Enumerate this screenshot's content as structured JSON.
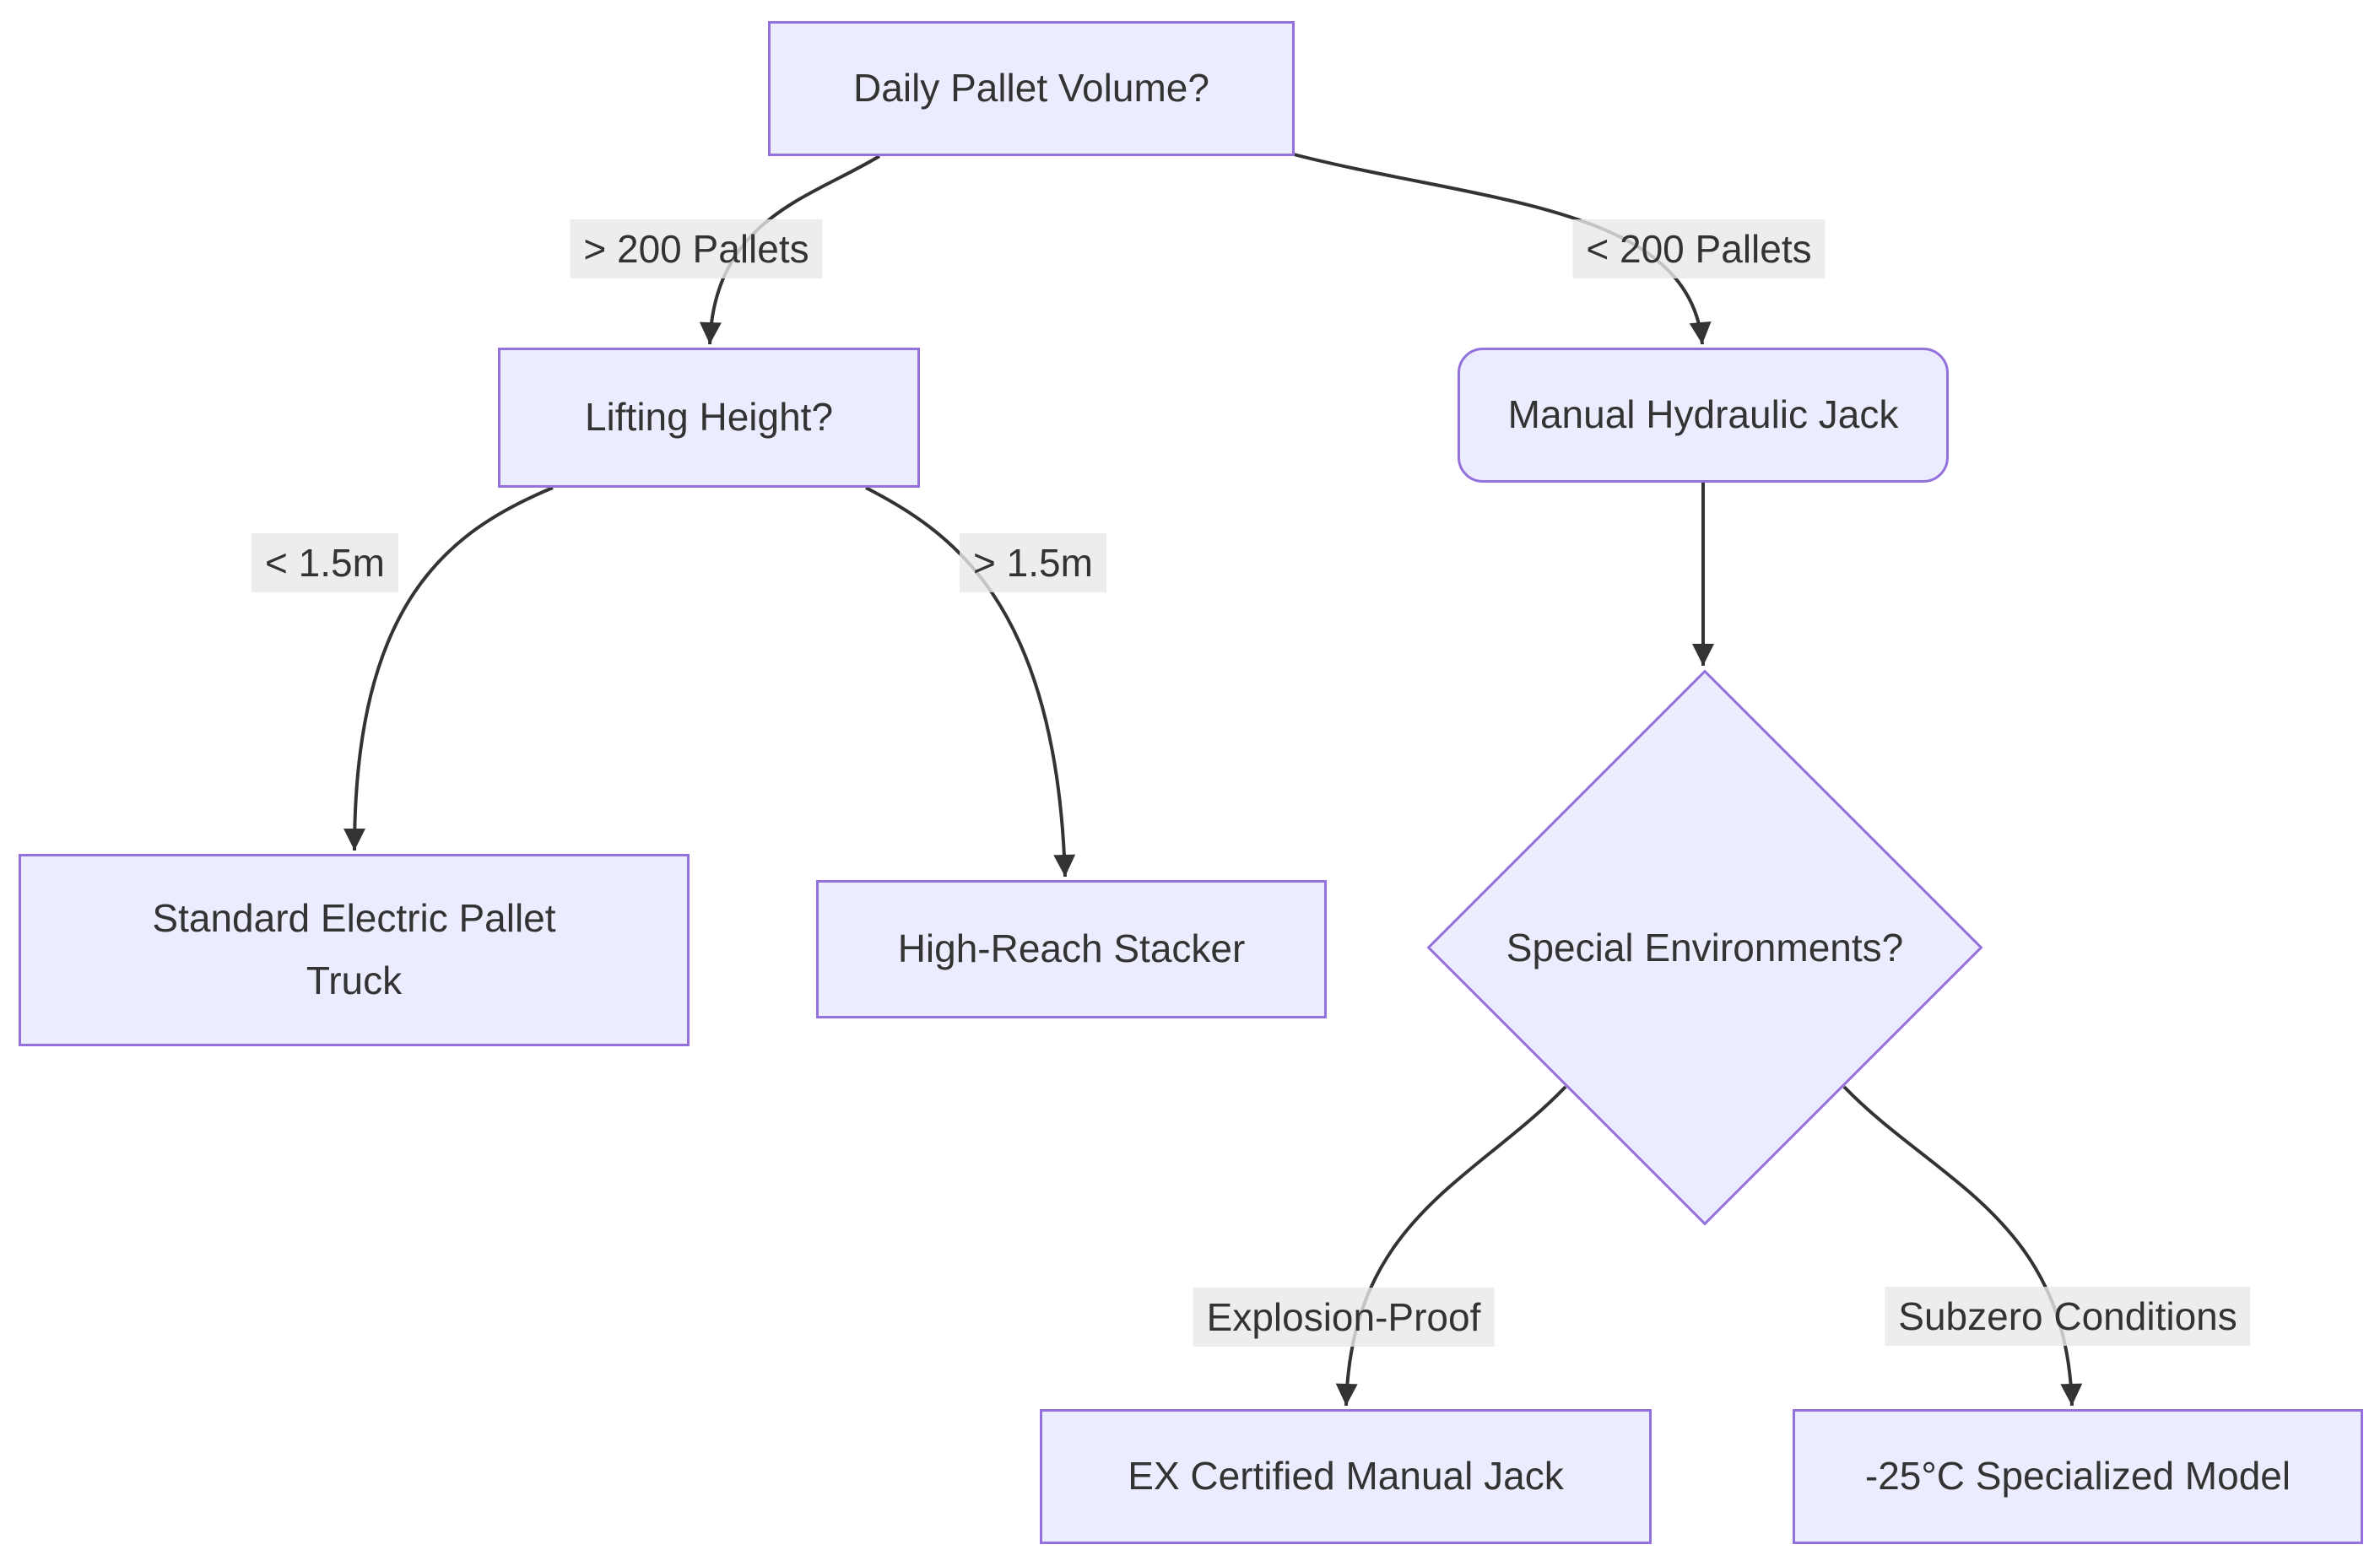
{
  "diagram": {
    "type": "flowchart-decision-tree",
    "orientation": "top-down",
    "nodes": [
      {
        "id": "A",
        "label": "Daily Pallet Volume?",
        "shape": "rectangle"
      },
      {
        "id": "B",
        "label": "Lifting Height?",
        "shape": "rectangle"
      },
      {
        "id": "C",
        "label": "Manual Hydraulic Jack",
        "shape": "rounded-rectangle"
      },
      {
        "id": "D",
        "label": "Standard Electric Pallet Truck",
        "shape": "rectangle"
      },
      {
        "id": "E",
        "label": "High-Reach Stacker",
        "shape": "rectangle"
      },
      {
        "id": "F",
        "label": "Special Environments?",
        "shape": "diamond"
      },
      {
        "id": "G",
        "label": "EX Certified Manual Jack",
        "shape": "rectangle"
      },
      {
        "id": "H",
        "label": "-25°C Specialized Model",
        "shape": "rectangle"
      }
    ],
    "edges": [
      {
        "from": "A",
        "to": "B",
        "label": "> 200 Pallets"
      },
      {
        "from": "A",
        "to": "C",
        "label": "< 200 Pallets"
      },
      {
        "from": "B",
        "to": "D",
        "label": "< 1.5m"
      },
      {
        "from": "B",
        "to": "E",
        "label": "> 1.5m"
      },
      {
        "from": "C",
        "to": "F",
        "label": ""
      },
      {
        "from": "F",
        "to": "G",
        "label": "Explosion-Proof"
      },
      {
        "from": "F",
        "to": "H",
        "label": "Subzero Conditions"
      }
    ],
    "colors": {
      "node_fill": "#ECECFF",
      "node_border": "#9370DB",
      "edge_line": "#333333",
      "edge_label_background": "#ECECEC",
      "text": "#333333",
      "background": "#FFFFFF"
    }
  }
}
